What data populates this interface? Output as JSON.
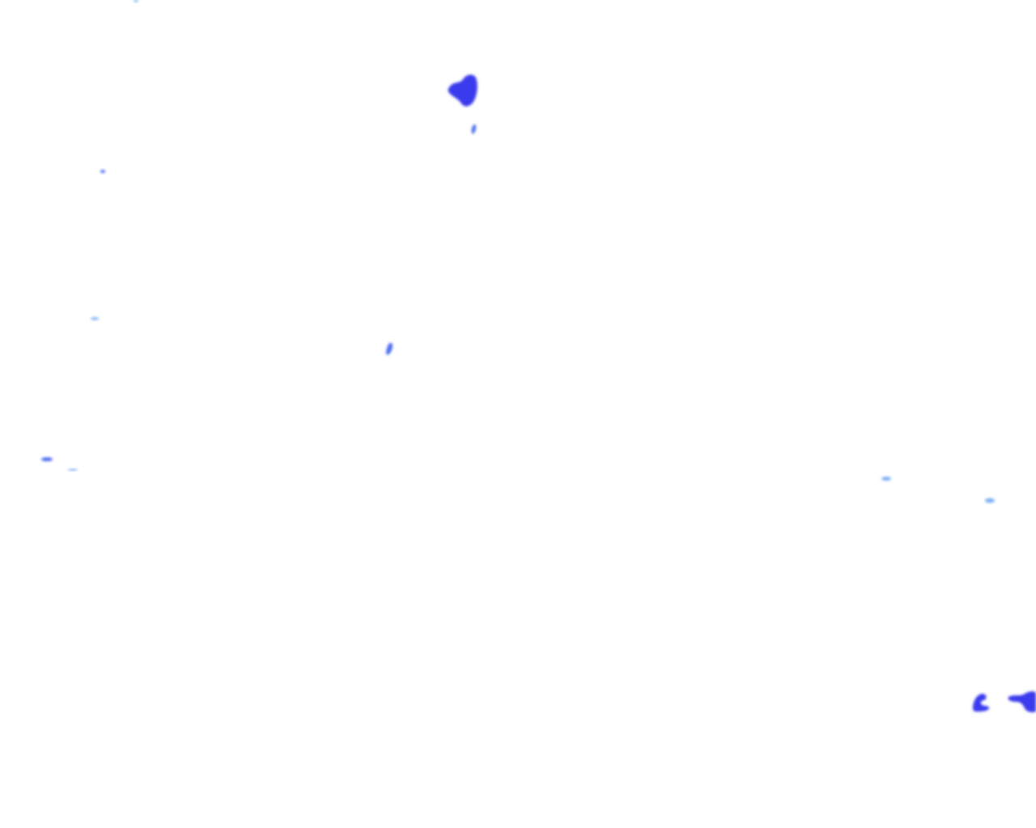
{
  "background_color": "#ffffff",
  "palette": {
    "deep": "#3a3aee",
    "mid": "#4f6ef0",
    "light": "#7fb0f5",
    "pale": "#a9d0f8"
  },
  "splotches": [
    {
      "name": "splotch-top-center",
      "tone": "deep"
    },
    {
      "name": "splotch-top-center-drip",
      "tone": "mid"
    },
    {
      "name": "speck-top-left",
      "tone": "light"
    },
    {
      "name": "speck-left-upper",
      "tone": "mid"
    },
    {
      "name": "speck-left-middle",
      "tone": "light"
    },
    {
      "name": "speck-center-left",
      "tone": "mid"
    },
    {
      "name": "speck-left-lower",
      "tone": "mid"
    },
    {
      "name": "speck-left-lower-dash",
      "tone": "light"
    },
    {
      "name": "speck-right-middle-a",
      "tone": "light"
    },
    {
      "name": "speck-right-middle-b",
      "tone": "light"
    },
    {
      "name": "splotch-bottom-right-hook",
      "tone": "deep"
    },
    {
      "name": "splotch-bottom-right-edge",
      "tone": "deep"
    }
  ]
}
